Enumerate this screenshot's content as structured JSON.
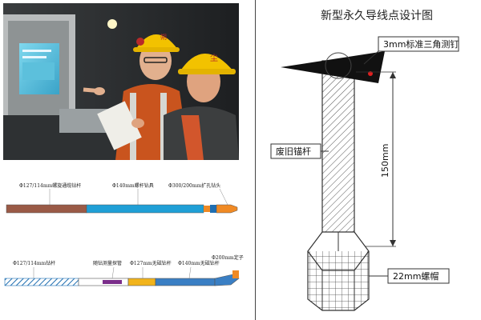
{
  "photo": {
    "helmet_text_left": "朔",
    "helmet_text_right": "尘"
  },
  "rod_top": {
    "labels": {
      "rod": "Φ127/114mm螺旋通缆钻杆",
      "bit": "Φ140mm螺杆钻具",
      "reamer": "Φ300/200mm扩孔钻头"
    }
  },
  "rod_bottom": {
    "labels": {
      "rod": "Φ127/114mm钻杆",
      "probe": "随钻测量探管",
      "collar": "Φ127mm无磁钻杆",
      "motor": "Φ140mm无磁钻杆",
      "bit": "Φ200mm定子"
    }
  },
  "design": {
    "title": "新型永久导线点设计图",
    "nail_label": "3mm标准三角测钉",
    "bolt_label": "废旧锚杆",
    "length_label": "150mm",
    "nut_label": "22mm螺帽"
  }
}
